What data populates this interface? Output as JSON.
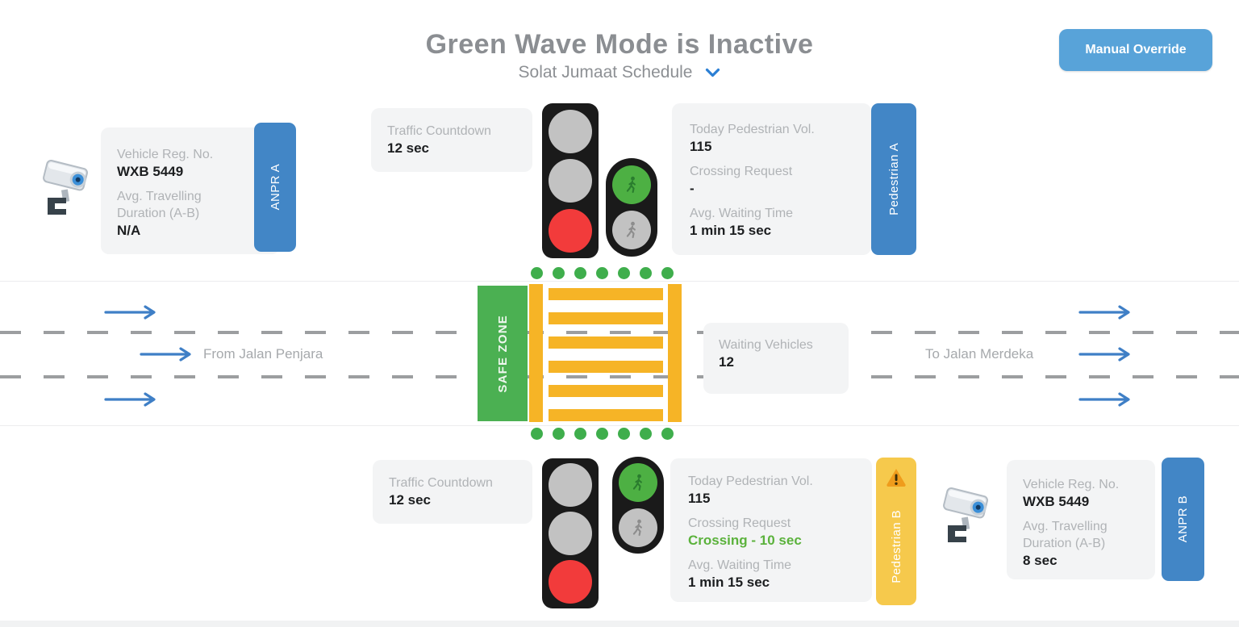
{
  "header": {
    "title": "Green Wave Mode is Inactive",
    "subtitle": "Solat Jumaat Schedule",
    "manual_override": "Manual Override"
  },
  "panels": {
    "anpr_a": {
      "tab": "ANPR A",
      "reg_label": "Vehicle Reg. No.",
      "reg_value": "WXB 5449",
      "dur_label": "Avg. Travelling Duration (A-B)",
      "dur_value": "N/A"
    },
    "countdown_a": {
      "label": "Traffic Countdown",
      "value": "12 sec"
    },
    "ped_a": {
      "tab": "Pedestrian A",
      "vol_label": "Today Pedestrian Vol.",
      "vol_value": "115",
      "req_label": "Crossing Request",
      "req_value": "-",
      "wait_label": "Avg. Waiting Time",
      "wait_value": "1 min 15 sec"
    },
    "countdown_b": {
      "label": "Traffic Countdown",
      "value": "12 sec"
    },
    "ped_b": {
      "tab": "Pedestrian B",
      "vol_label": "Today Pedestrian Vol.",
      "vol_value": "115",
      "req_label": "Crossing Request",
      "req_value": "Crossing - 10 sec",
      "wait_label": "Avg. Waiting Time",
      "wait_value": "1 min 15 sec"
    },
    "anpr_b": {
      "tab": "ANPR B",
      "reg_label": "Vehicle Reg. No.",
      "reg_value": "WXB 5449",
      "dur_label": "Avg. Travelling Duration (A-B)",
      "dur_value": "8 sec"
    },
    "waiting": {
      "label": "Waiting Vehicles",
      "value": "12"
    }
  },
  "road": {
    "from_label": "From Jalan Penjara",
    "to_label": "To Jalan Merdeka",
    "safe_zone": "SAFE ZONE"
  },
  "signals": {
    "top": {
      "traffic": [
        "off",
        "off",
        "red"
      ],
      "pedestrian": [
        "green",
        "off"
      ]
    },
    "bottom": {
      "traffic": [
        "off",
        "off",
        "red"
      ],
      "pedestrian": [
        "green",
        "off"
      ]
    }
  },
  "icons": [
    "cctv-camera-icon",
    "chevron-down-icon",
    "warning-triangle-icon",
    "arrow-right-icon",
    "pedestrian-walk-icon"
  ],
  "colors": {
    "accent_blue": "#58a3d9",
    "tab_blue": "#4286c6",
    "safe_zone_green": "#4bb052",
    "dot_green": "#3fae4c",
    "crosswalk_yellow": "#f6b426",
    "signal_red": "#f23b3b",
    "ped_b_tab_yellow": "#f6c94c",
    "crossing_green": "#5bb23c"
  }
}
